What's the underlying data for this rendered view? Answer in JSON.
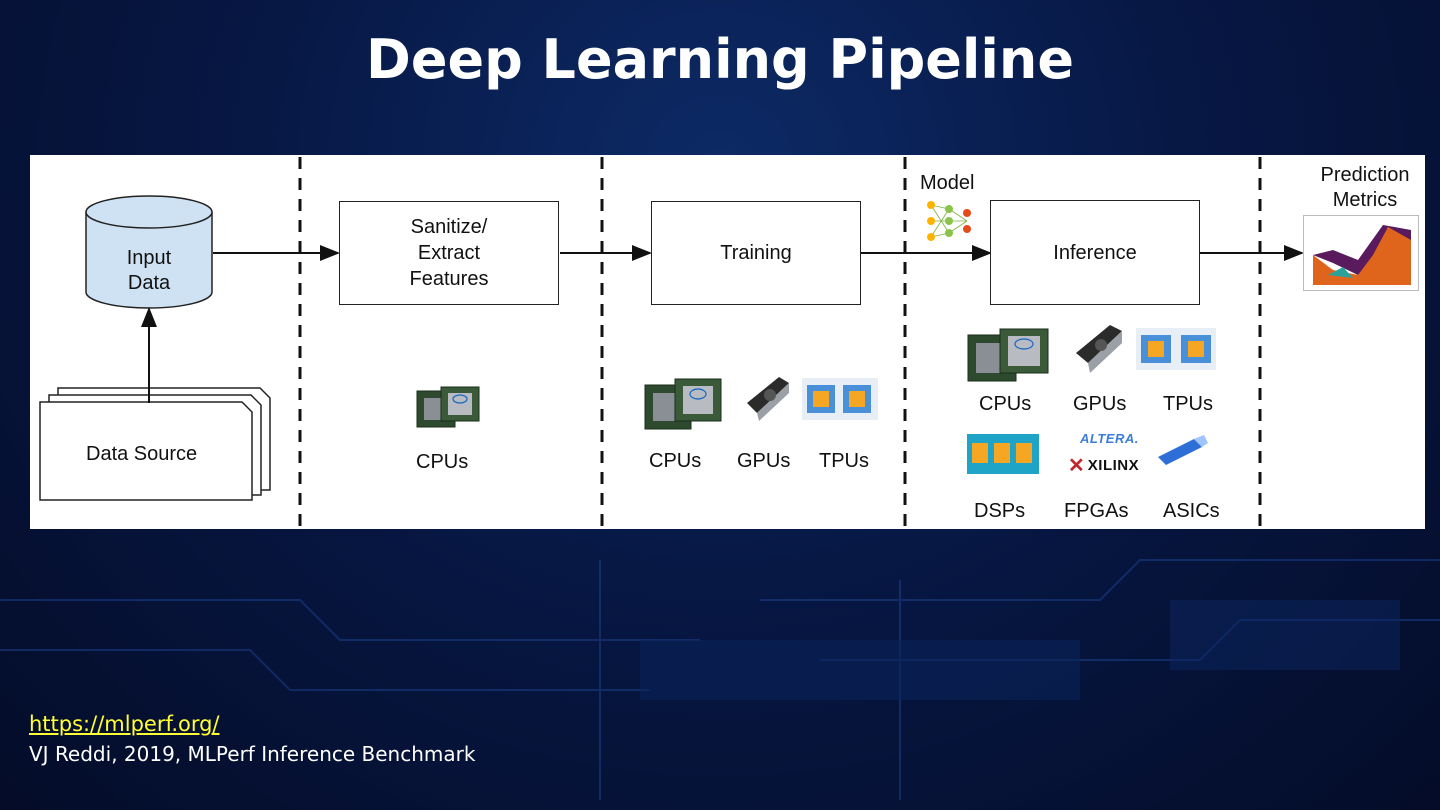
{
  "slide": {
    "title": "Deep Learning Pipeline"
  },
  "diagram": {
    "input_data": {
      "line1": "Input",
      "line2": "Data"
    },
    "data_source": "Data Source",
    "sanitize": {
      "line1": "Sanitize/",
      "line2": "Extract",
      "line3": "Features"
    },
    "training": "Training",
    "inference": "Inference",
    "model_label": "Model",
    "prediction": {
      "line1": "Prediction",
      "line2": "Metrics"
    },
    "stage_sanitize_hw": [
      "CPUs"
    ],
    "stage_training_hw": [
      "CPUs",
      "GPUs",
      "TPUs"
    ],
    "stage_inference_hw": [
      "CPUs",
      "GPUs",
      "TPUs",
      "DSPs",
      "FPGAs",
      "ASICs"
    ],
    "vendor_logos": {
      "altera": "ALTERA.",
      "xilinx": "XILINX"
    }
  },
  "footer": {
    "link": "https://mlperf.org/",
    "citation": "VJ Reddi, 2019, MLPerf Inference Benchmark"
  },
  "colors": {
    "background": "#071845",
    "cylinder_fill": "#cfe2f3",
    "chart_purple": "#5a1a5e",
    "chart_orange": "#e0651c",
    "chart_teal": "#2aa19a",
    "footer_link": "#ffff33"
  }
}
